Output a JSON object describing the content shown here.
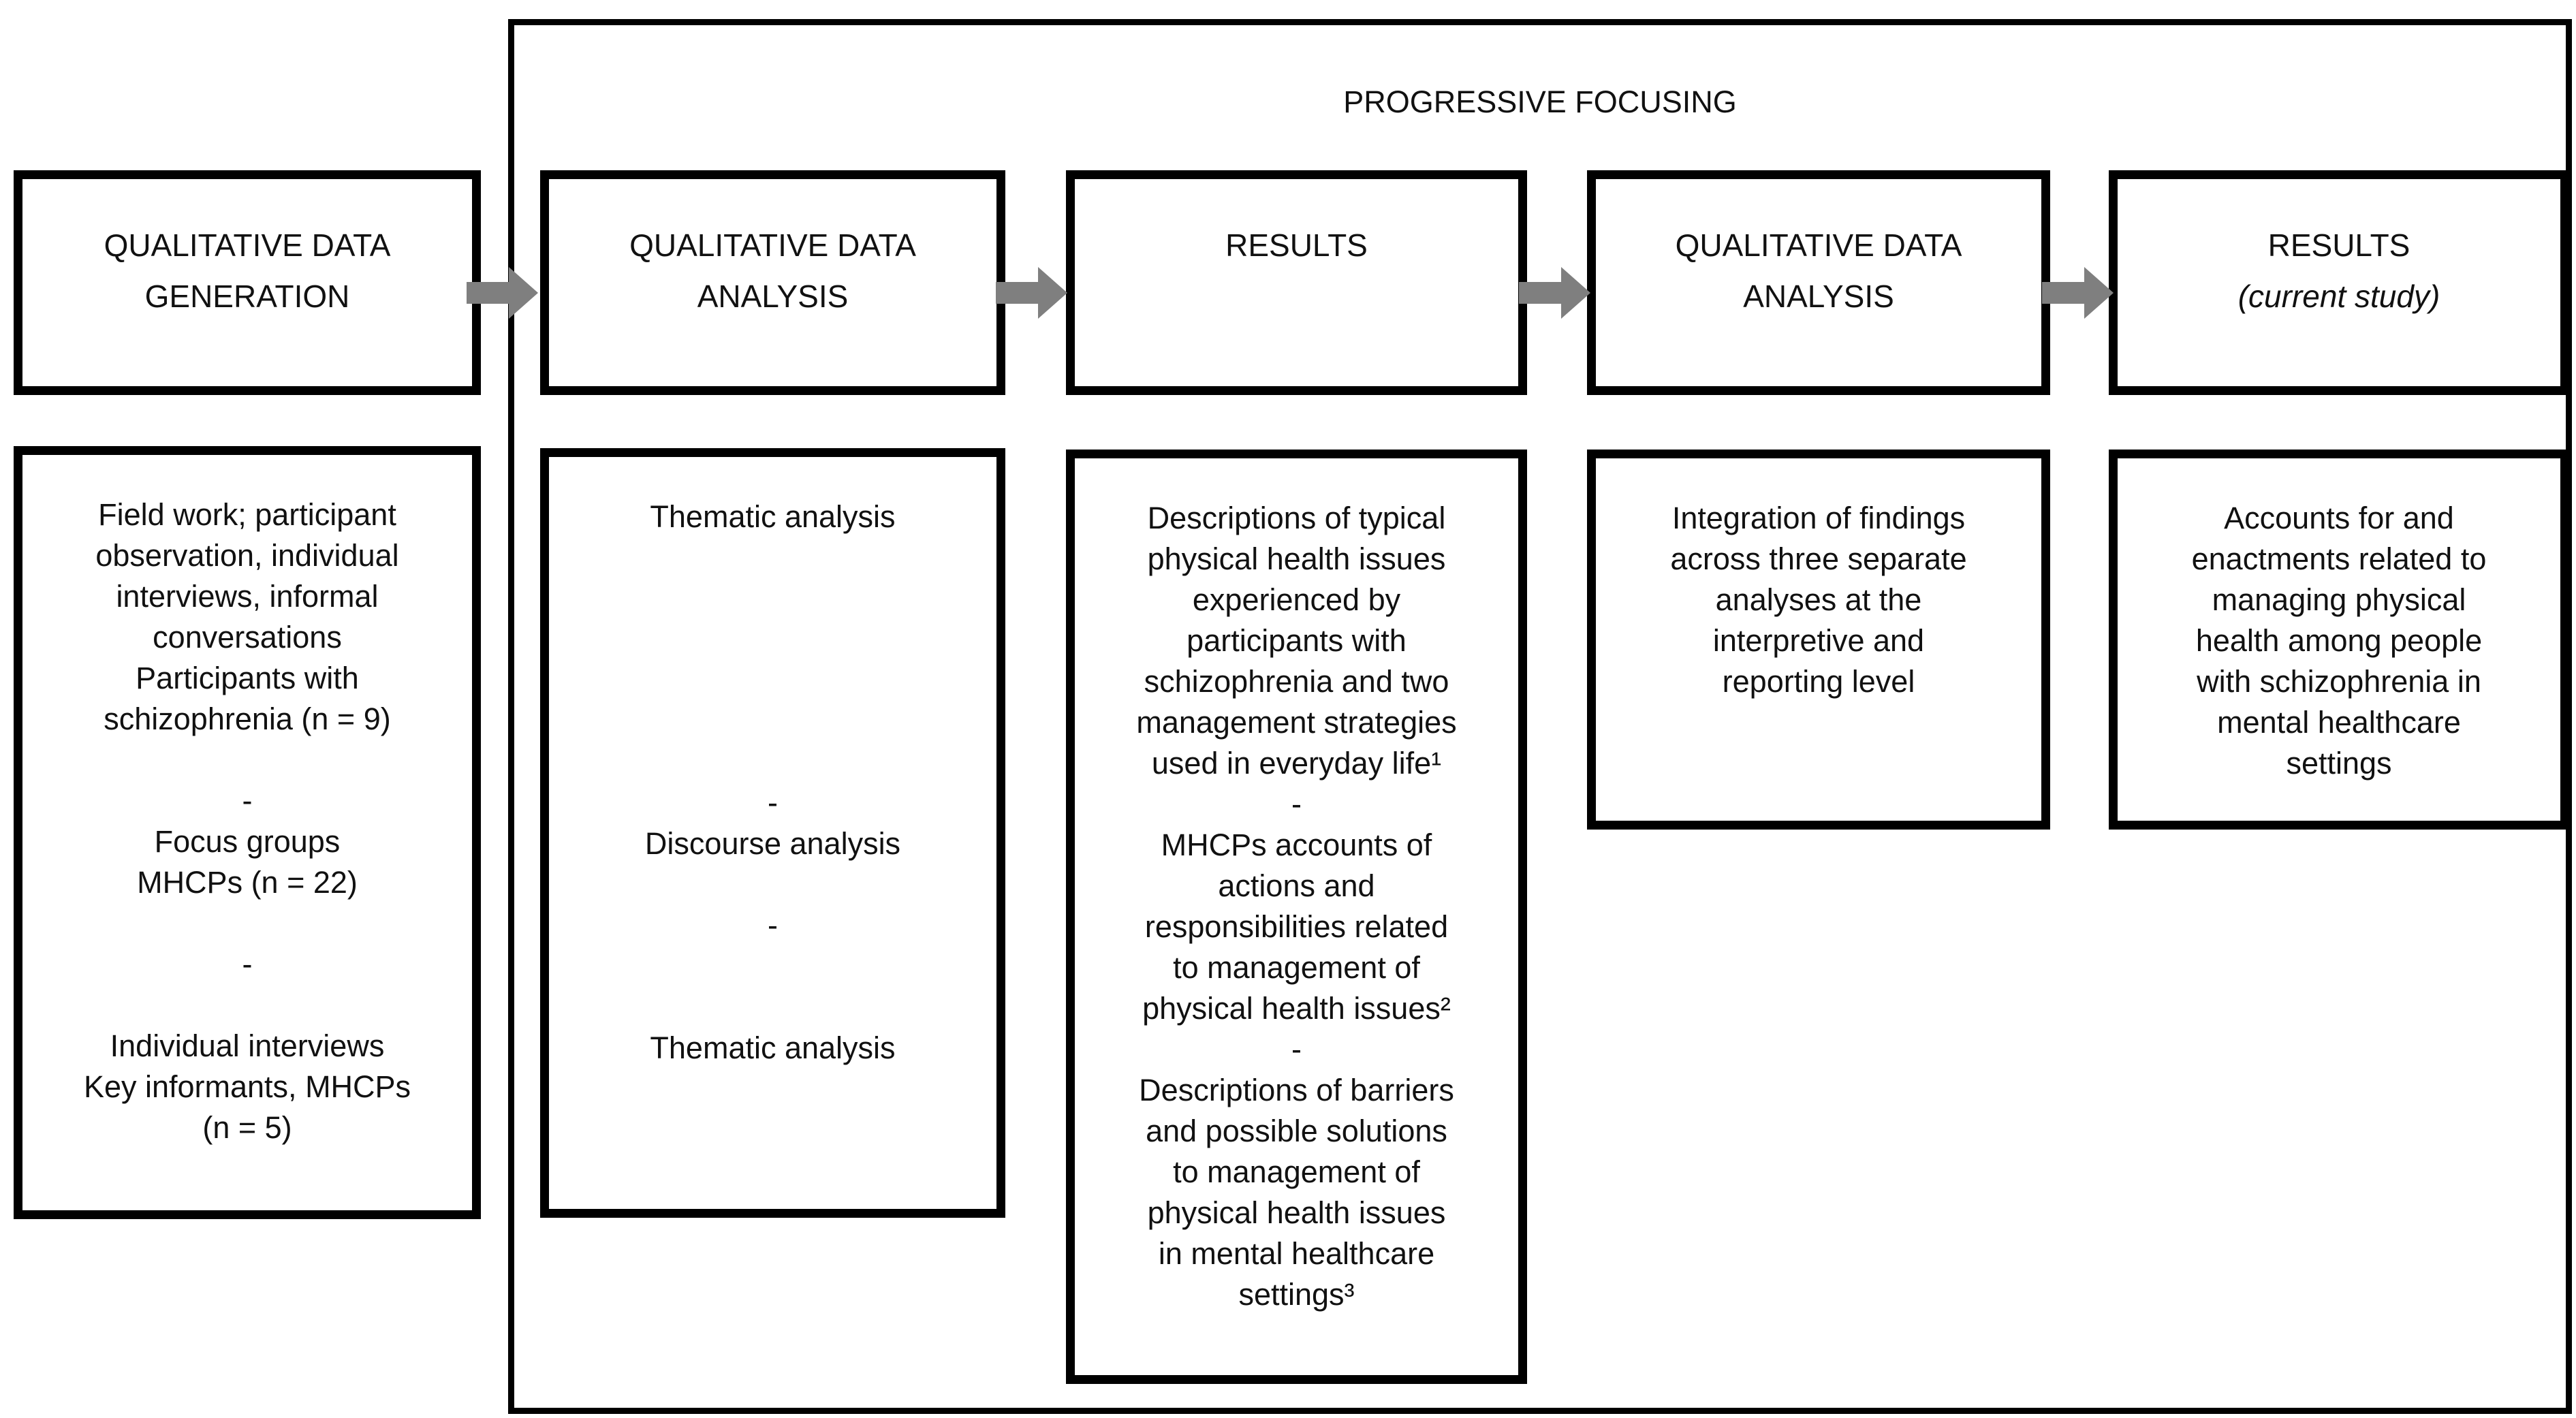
{
  "title": "PROGRESSIVE FOCUSING",
  "arrow_color": "#7f7f7f",
  "border_color": "#000000",
  "columns": [
    {
      "id": "qualitative-data-generation",
      "header_line1": "QUALITATIVE DATA",
      "header_line2": "GENERATION",
      "body": "Field work; participant\nobservation, individual\ninterviews, informal\nconversations\nParticipants with\nschizophrenia (n = 9)\n\n-\nFocus groups\nMHCPs (n = 22)\n\n-\n\nIndividual interviews\nKey informants, MHCPs\n(n = 5)"
    },
    {
      "id": "qualitative-data-analysis-1",
      "header_line1": "QUALITATIVE DATA",
      "header_line2": "ANALYSIS",
      "body": "Thematic analysis\n\n\n\n\n\n\n-\nDiscourse analysis\n\n-\n\n\nThematic analysis"
    },
    {
      "id": "results-1",
      "header_line1": "RESULTS",
      "header_line2": "",
      "body": "Descriptions of typical\nphysical health issues\nexperienced by\nparticipants with\nschizophrenia and two\nmanagement strategies\nused in everyday life¹\n-\nMHCPs accounts of\nactions and\nresponsibilities related\nto management of\nphysical health issues²\n-\nDescriptions of barriers\nand possible solutions\nto management of\nphysical health issues\nin mental healthcare\nsettings³"
    },
    {
      "id": "qualitative-data-analysis-2",
      "header_line1": "QUALITATIVE DATA",
      "header_line2": "ANALYSIS",
      "body": "Integration of findings\nacross three separate\nanalyses at the\ninterpretive and\nreporting level"
    },
    {
      "id": "results-current-study",
      "header_line1": "RESULTS",
      "header_line2": "(current study)",
      "body": "Accounts for and\nenactments related to\nmanaging physical\nhealth among people\nwith schizophrenia in\nmental healthcare\nsettings"
    }
  ]
}
